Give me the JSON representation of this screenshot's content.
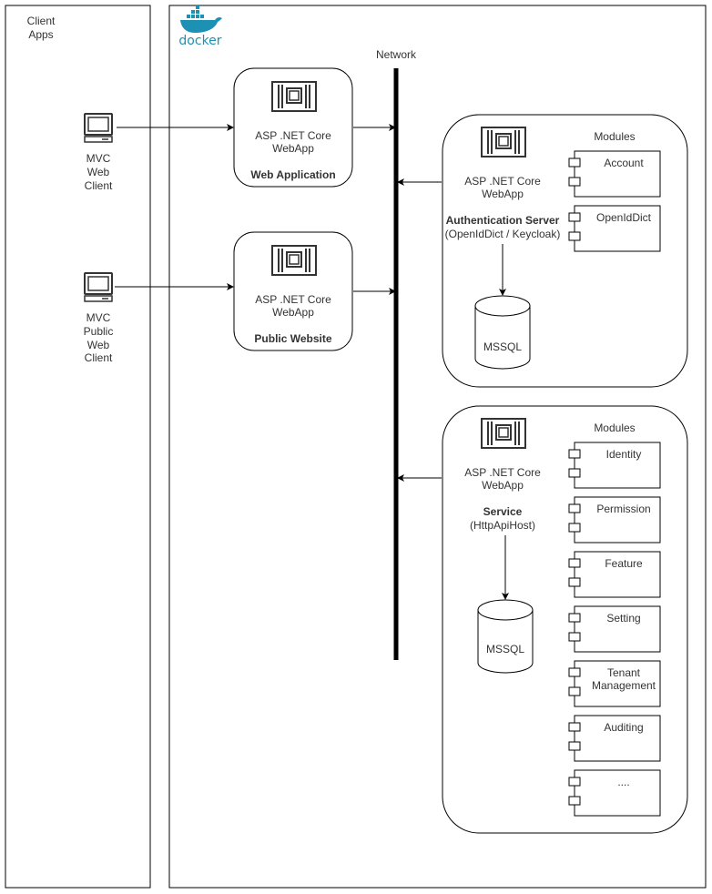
{
  "client_apps": {
    "title_line1": "Client",
    "title_line2": "Apps",
    "clients": [
      {
        "lines": [
          "MVC",
          "Web",
          "Client"
        ]
      },
      {
        "lines": [
          "MVC",
          "Public",
          "Web",
          "Client"
        ]
      }
    ]
  },
  "docker": {
    "logo_text": "docker"
  },
  "network": {
    "label": "Network"
  },
  "web_application": {
    "tech_line1": "ASP .NET Core",
    "tech_line2": "WebApp",
    "title": "Web Application"
  },
  "public_website": {
    "tech_line1": "ASP .NET Core",
    "tech_line2": "WebApp",
    "title": "Public Website"
  },
  "auth_server": {
    "tech_line1": "ASP .NET Core",
    "tech_line2": "WebApp",
    "title": "Authentication Server",
    "subtitle": "(OpenIdDict / Keycloak)",
    "db": "MSSQL",
    "modules_label": "Modules",
    "modules": [
      {
        "lines": [
          "Account"
        ]
      },
      {
        "lines": [
          "OpenIdDict"
        ]
      }
    ]
  },
  "service": {
    "tech_line1": "ASP .NET Core",
    "tech_line2": "WebApp",
    "title": "Service",
    "subtitle": "(HttpApiHost)",
    "db": "MSSQL",
    "modules_label": "Modules",
    "modules": [
      {
        "lines": [
          "Identity"
        ]
      },
      {
        "lines": [
          "Permission"
        ]
      },
      {
        "lines": [
          "Feature"
        ]
      },
      {
        "lines": [
          "Setting"
        ]
      },
      {
        "lines": [
          "Tenant",
          "Management"
        ]
      },
      {
        "lines": [
          "Auditing"
        ]
      },
      {
        "lines": [
          "...."
        ]
      }
    ]
  },
  "colors": {
    "text": "#333333",
    "stroke": "#000000",
    "docker_blue": "#1d91b4"
  }
}
